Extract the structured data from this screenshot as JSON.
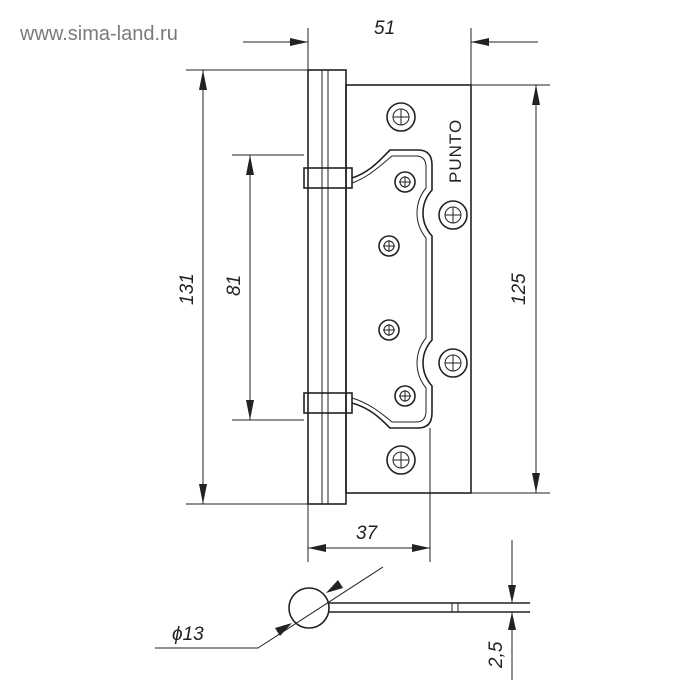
{
  "watermark": "www.sima-land.ru",
  "brand": "PUNTO",
  "dimensions": {
    "overall_width": "51",
    "total_height": "131",
    "knuckle_span": "81",
    "plate_height": "125",
    "leaf_width": "37",
    "pin_diameter": "ϕ13",
    "thickness": "2,5"
  }
}
